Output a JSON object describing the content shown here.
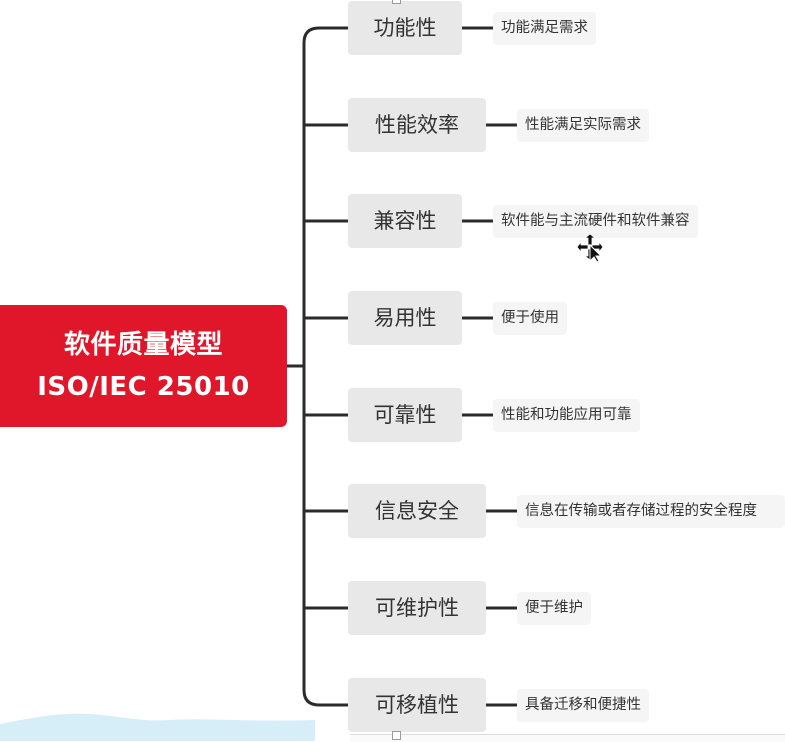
{
  "root": {
    "title": "软件质量模型",
    "subtitle": "ISO/IEC 25010"
  },
  "branches": [
    {
      "label": "功能性",
      "detail": "功能满足需求"
    },
    {
      "label": "性能效率",
      "detail": "性能满足实际需求"
    },
    {
      "label": "兼容性",
      "detail": "软件能与主流硬件和软件兼容"
    },
    {
      "label": "易用性",
      "detail": "便于使用"
    },
    {
      "label": "可靠性",
      "detail": "性能和功能应用可靠"
    },
    {
      "label": "信息安全",
      "detail": "信息在传输或者存储过程的安全程度"
    },
    {
      "label": "可维护性",
      "detail": "便于维护"
    },
    {
      "label": "可移植性",
      "detail": "具备迁移和便捷性"
    }
  ],
  "colors": {
    "root_bg": "#e0162b",
    "connector": "#2b2b2b",
    "branch_bg": "#e8e8e8",
    "leaf_bg": "#f5f5f5"
  }
}
